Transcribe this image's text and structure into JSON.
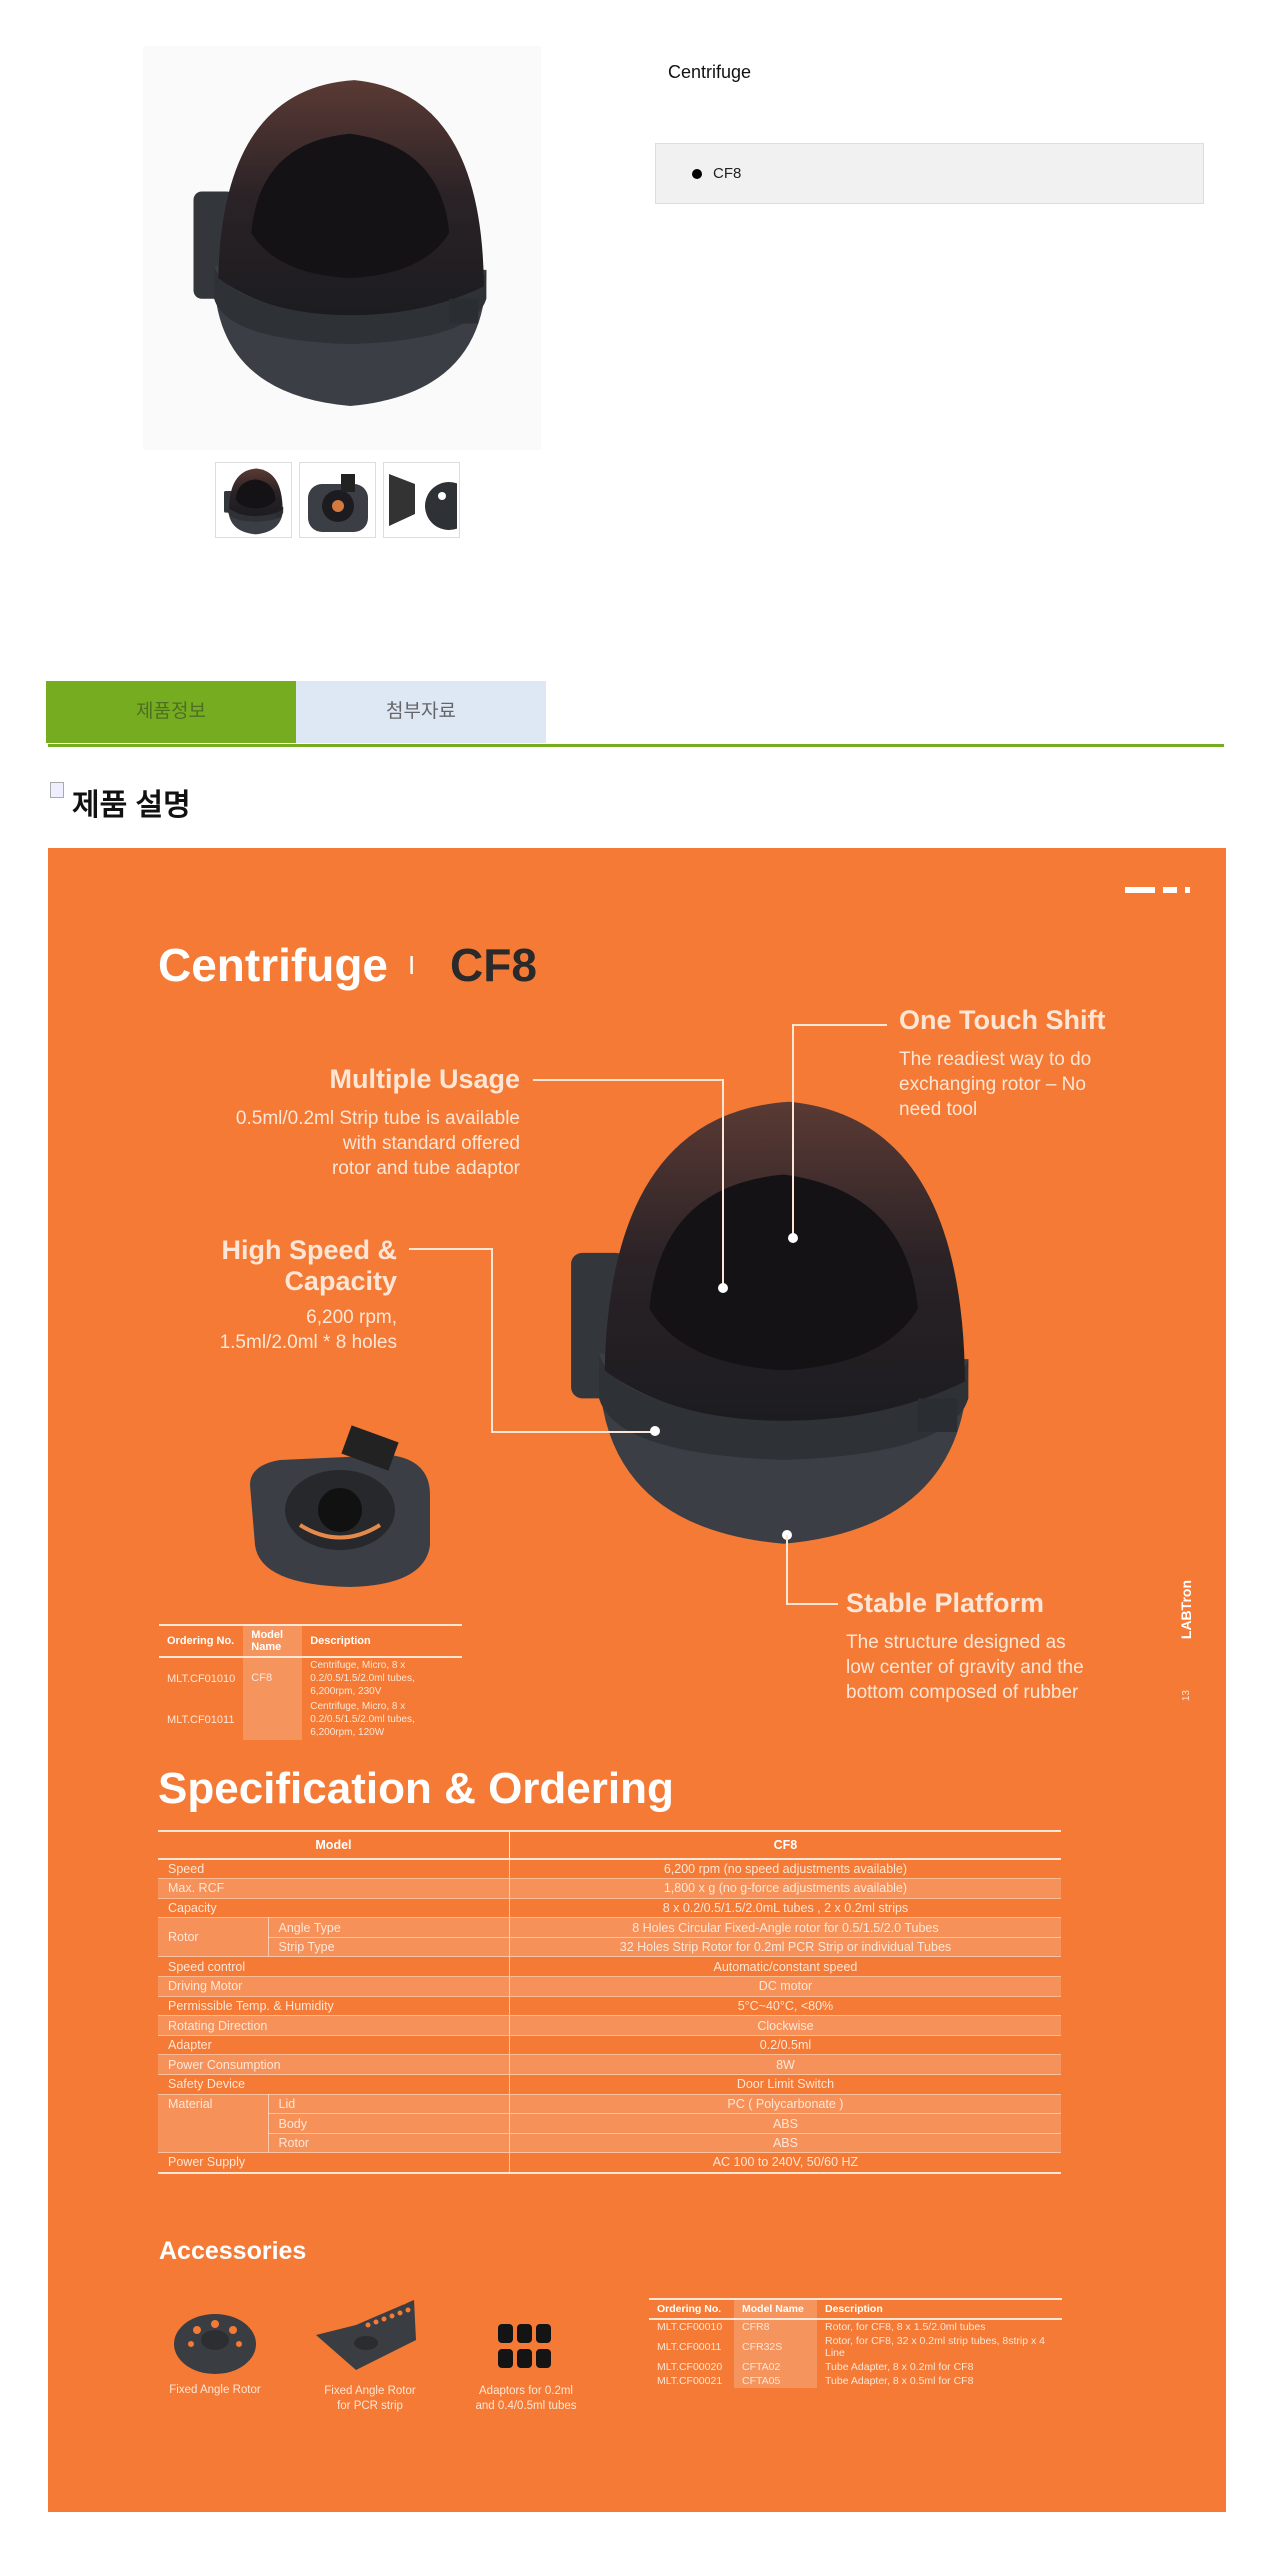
{
  "product": {
    "title": "Centrifuge",
    "models": [
      "CF8"
    ],
    "thumbnails": [
      "centrifuge-closed",
      "centrifuge-open-rotor",
      "rotor-accessories"
    ]
  },
  "tabs": [
    {
      "label": "제품정보",
      "active": true
    },
    {
      "label": "첨부자료",
      "active": false
    }
  ],
  "section_heading": "제품 설명",
  "brochure": {
    "title": "Centrifuge",
    "separator": "I",
    "model": "CF8",
    "features": [
      {
        "title": "One Touch Shift",
        "desc": [
          "The readiest way to do",
          "exchanging rotor – No",
          "need tool"
        ]
      },
      {
        "title": "Multiple Usage",
        "desc": [
          "0.5ml/0.2ml Strip tube is available",
          "with standard offered",
          "rotor and tube adaptor"
        ]
      },
      {
        "title": [
          "High Speed &",
          "Capacity"
        ],
        "desc": [
          "6,200 rpm,",
          "1.5ml/2.0ml * 8 holes"
        ]
      },
      {
        "title": "Stable Platform",
        "desc": [
          "The structure designed as",
          "low center of gravity and the",
          "bottom composed of rubber"
        ]
      }
    ],
    "brand": "LABTron",
    "page_number": "13",
    "ordering": {
      "headers": [
        "Ordering No.",
        "Model Name",
        "Description"
      ],
      "rows": [
        [
          "MLT.CF01010",
          "CF8",
          "Centrifuge, Micro, 8 x 0.2/0.5/1.5/2.0ml tubes, 6,200rpm, 230V"
        ],
        [
          "MLT.CF01011",
          "",
          "Centrifuge, Micro, 8 x 0.2/0.5/1.5/2.0ml tubes, 6,200rpm, 120W"
        ]
      ]
    },
    "spec_title": "Specification & Ordering",
    "spec": {
      "headers": [
        "Model",
        "CF8"
      ],
      "speed": [
        "Speed",
        "6,200 rpm (no speed adjustments available)"
      ],
      "rcf": [
        "Max. RCF",
        "1,800 x g (no g-force adjustments available)"
      ],
      "capacity": [
        "Capacity",
        "8 x 0.2/0.5/1.5/2.0mL tubes , 2 x 0.2ml strips"
      ],
      "rotor": {
        "label": "Rotor",
        "angle": [
          "Angle Type",
          "8 Holes Circular Fixed-Angle rotor for 0.5/1.5/2.0 Tubes"
        ],
        "strip": [
          "Strip Type",
          "32 Holes Strip Rotor for 0.2ml PCR Strip or individual Tubes"
        ]
      },
      "speed_control": [
        "Speed control",
        "Automatic/constant speed"
      ],
      "motor": [
        "Driving Motor",
        "DC motor"
      ],
      "temp": [
        "Permissible Temp. & Humidity",
        "5°C~40°C, <80%"
      ],
      "direction": [
        "Rotating Direction",
        "Clockwise"
      ],
      "adapter": [
        "Adapter",
        "0.2/0.5ml"
      ],
      "power": [
        "Power Consumption",
        "8W"
      ],
      "safety": [
        "Safety Device",
        "Door Limit Switch"
      ],
      "material": {
        "label": "Material",
        "lid": [
          "Lid",
          "PC ( Polycarbonate )"
        ],
        "body": [
          "Body",
          "ABS"
        ],
        "rotor": [
          "Rotor",
          "ABS"
        ]
      },
      "supply": [
        "Power Supply",
        "AC 100 to 240V, 50/60 HZ"
      ]
    },
    "accessories_title": "Accessories",
    "accessories": [
      {
        "l1": "Fixed Angle Rotor",
        "l2": ""
      },
      {
        "l1": "Fixed Angle Rotor",
        "l2": "for PCR strip"
      },
      {
        "l1": "Adaptors for 0.2ml",
        "l2": "and 0.4/0.5ml tubes"
      }
    ],
    "acc_ordering": {
      "headers": [
        "Ordering No.",
        "Model Name",
        "Description"
      ],
      "rows": [
        [
          "MLT.CF00010",
          "CFR8",
          "Rotor, for CF8, 8 x 1.5/2.0ml tubes"
        ],
        [
          "MLT.CF00011",
          "CFR32S",
          "Rotor, for CF8, 32 x 0.2ml strip tubes, 8strip x 4 Line"
        ],
        [
          "MLT.CF00020",
          "CFTA02",
          "Tube Adapter, 8 x 0.2ml for CF8"
        ],
        [
          "MLT.CF00021",
          "CFTA05",
          "Tube Adapter, 8 x 0.5ml for CF8"
        ]
      ]
    }
  },
  "colors": {
    "orange": "#f47a35",
    "green": "#76ad20",
    "tab_blue": "#dde8f4"
  }
}
